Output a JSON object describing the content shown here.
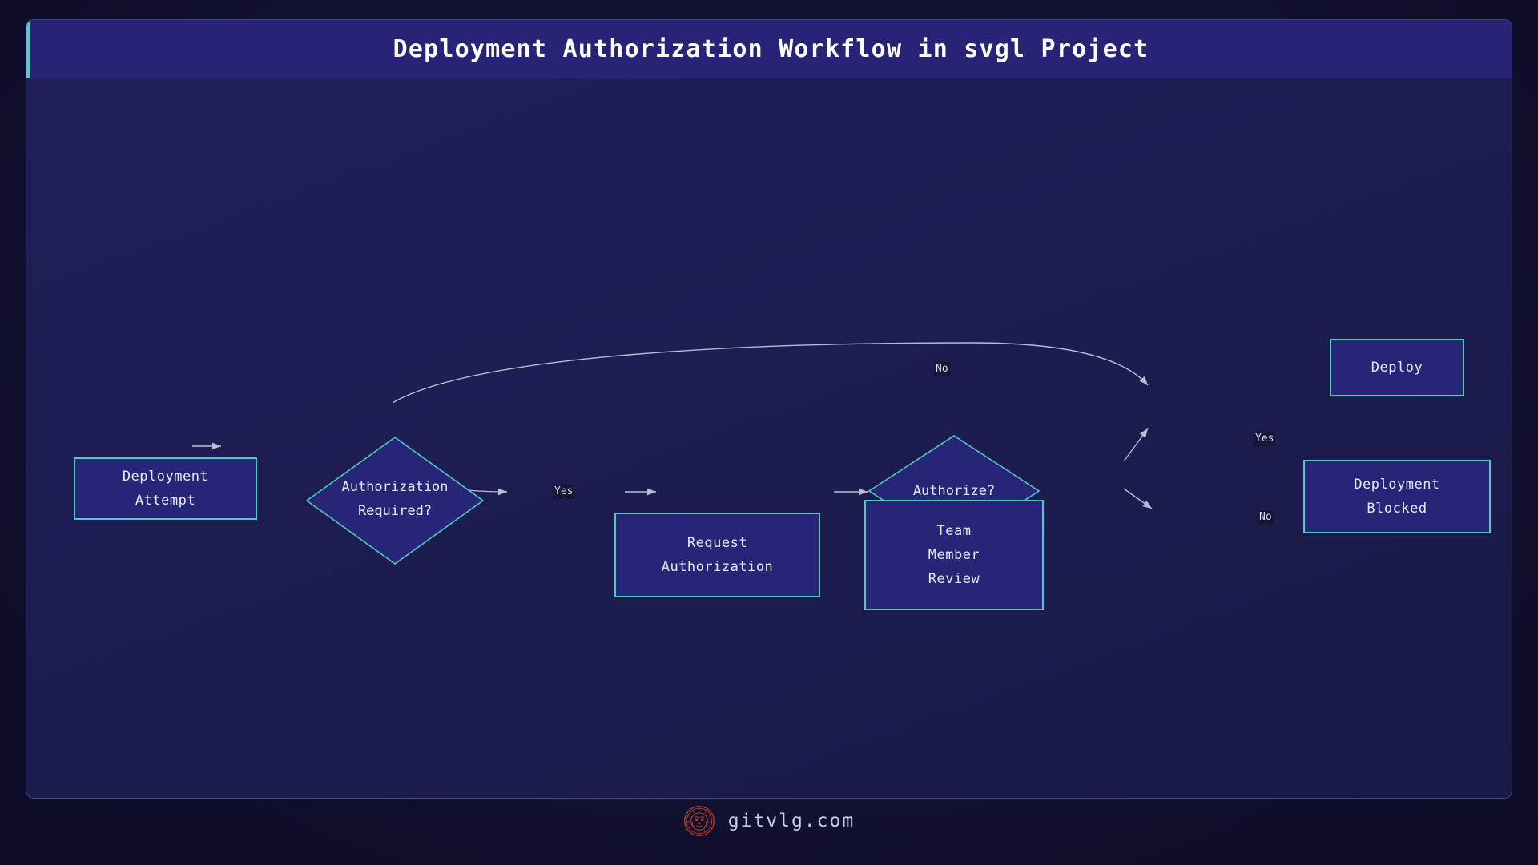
{
  "header": {
    "title": "Deployment Authorization Workflow in svgl Project",
    "accent_color": "#4ecfc9",
    "background_color": "#272477"
  },
  "theme": {
    "page_background": "#10102e",
    "panel_background": "#1d1d52",
    "node_fill": "#272578",
    "node_border": "#4ec9c4",
    "edge_color": "#b9bdd3",
    "text_color": "#e9eaf6",
    "edge_label_background": "#171636"
  },
  "diagram": {
    "type": "flowchart",
    "direction": "left-to-right",
    "nodes": [
      {
        "id": "start",
        "shape": "rect",
        "lines": [
          "Deployment",
          "Attempt"
        ]
      },
      {
        "id": "authreq",
        "shape": "diamond",
        "lines": [
          "Authorization",
          "Required?"
        ]
      },
      {
        "id": "request",
        "shape": "rect",
        "lines": [
          "Request",
          "Authorization"
        ]
      },
      {
        "id": "review",
        "shape": "rect",
        "lines": [
          "Team",
          "Member",
          "Review"
        ]
      },
      {
        "id": "authorize",
        "shape": "diamond",
        "lines": [
          "Authorize?"
        ]
      },
      {
        "id": "deploy",
        "shape": "rect",
        "lines": [
          "Deploy"
        ]
      },
      {
        "id": "blocked",
        "shape": "rect",
        "lines": [
          "Deployment",
          "Blocked"
        ]
      }
    ],
    "edges": [
      {
        "from": "start",
        "to": "authreq",
        "label": ""
      },
      {
        "from": "authreq",
        "to": "deploy",
        "label": "No"
      },
      {
        "from": "authreq",
        "to": "request",
        "label": "Yes"
      },
      {
        "from": "request",
        "to": "review",
        "label": ""
      },
      {
        "from": "review",
        "to": "authorize",
        "label": ""
      },
      {
        "from": "authorize",
        "to": "deploy",
        "label": "Yes"
      },
      {
        "from": "authorize",
        "to": "blocked",
        "label": "No"
      }
    ]
  },
  "footer": {
    "brand": "gitvlg.com",
    "logo_icon": "lion-logo-icon",
    "logo_color": "#c0392f"
  }
}
